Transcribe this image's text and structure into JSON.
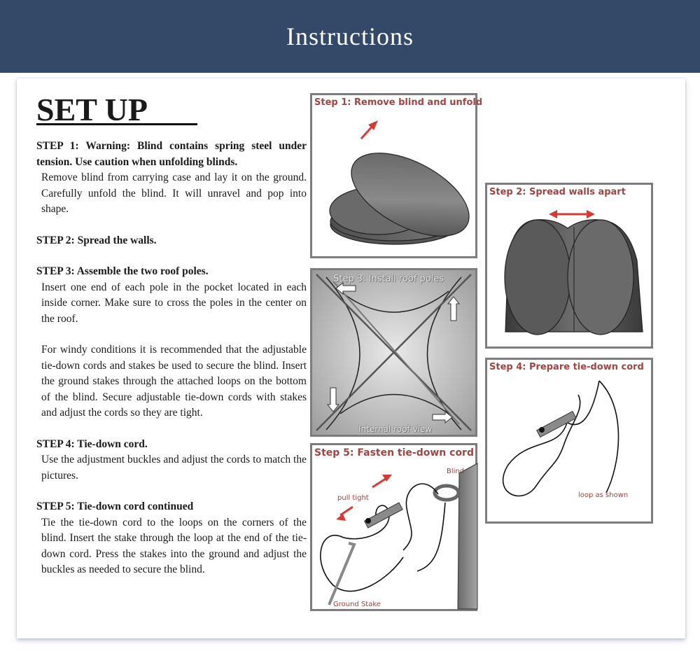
{
  "header": {
    "title": "Instructions"
  },
  "setup": {
    "title": "SET UP",
    "step1": {
      "heading": "STEP 1: Warning: Blind contains spring steel under tension. Use caution when unfolding blinds.",
      "body": "Remove blind from carrying case and lay it on the ground. Carefully unfold the blind. It will unravel and pop into shape."
    },
    "step2": {
      "heading": "STEP 2: Spread the walls."
    },
    "step3": {
      "heading": "STEP 3: Assemble the two roof poles.",
      "body": "Insert one end of each pole in the pocket located in each inside corner. Make sure to cross the poles in the center on the roof.",
      "windy": "For windy conditions it is recommended that the adjustable tie-down cords and stakes be used to secure the blind. Insert the ground stakes through the attached loops on the bottom of the blind. Secure adjustable tie-down cords with stakes and adjust the cords so they are tight."
    },
    "step4": {
      "heading": "STEP 4: Tie-down cord.",
      "body": "Use the adjustment buckles and adjust the cords to match the pictures."
    },
    "step5": {
      "heading": "STEP 5: Tie-down cord continued",
      "body": "Tie the tie-down cord to the loops on the corners of the blind. Insert the stake through the loop at the end of the tie-down cord. Press the stakes into the ground and adjust the buckles as needed to secure the blind."
    }
  },
  "figures": {
    "fig1": {
      "title": "Step 1: Remove blind and unfold"
    },
    "fig2": {
      "title": "Step 2: Spread walls apart"
    },
    "fig3": {
      "title": "Step 3: Install roof poles",
      "caption": "Internal roof view"
    },
    "fig4": {
      "title": "Step 4: Prepare tie-down cord",
      "note": "loop as shown"
    },
    "fig5": {
      "title": "Step 5: Fasten tie-down cord",
      "blind": "Blind",
      "pull": "pull tight",
      "stake": "Ground Stake"
    }
  },
  "colors": {
    "header": "#344867",
    "title_red": "#9e4643",
    "arrow_red": "#d63a35"
  }
}
